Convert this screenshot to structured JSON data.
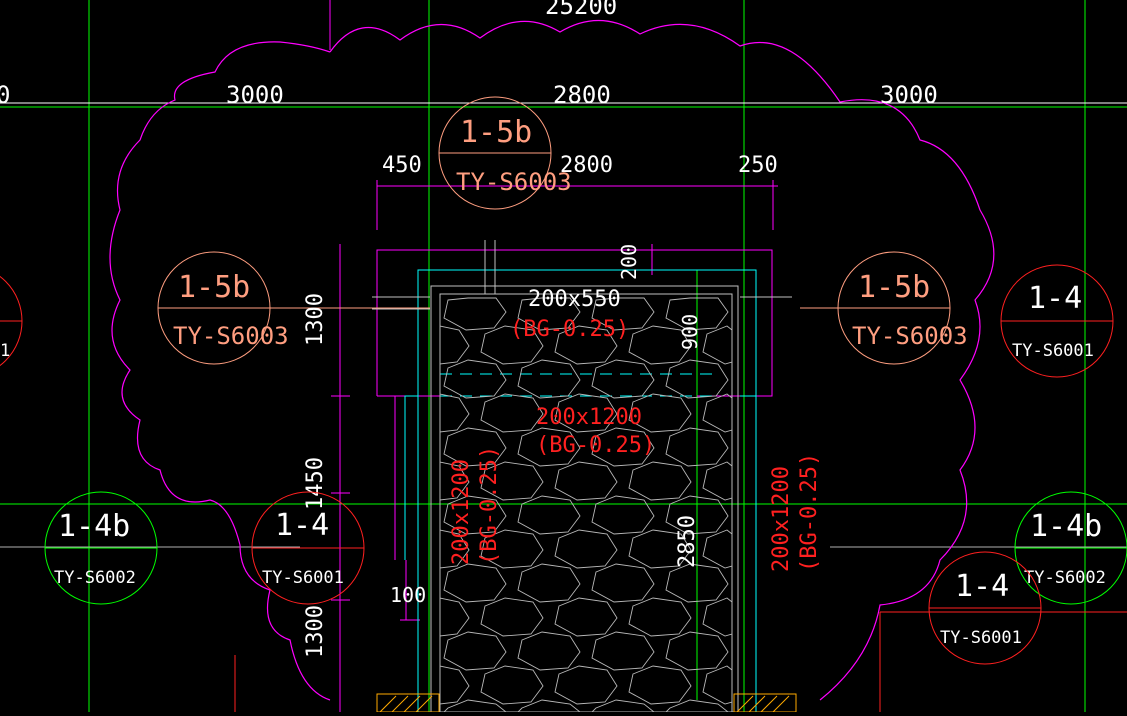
{
  "drawing": {
    "dims_top": {
      "overall": "25200",
      "left_partial": "0",
      "bay_left": "3000",
      "bay_mid": "2800",
      "bay_right": "3000"
    },
    "dims_inner": {
      "left": "450",
      "mid": "2800",
      "right": "250"
    },
    "dims_vertical": {
      "top_offset": "200",
      "slab_opening": "900",
      "left_upper": "1300",
      "left_mid": "1450",
      "left_lower": "1300",
      "shaft": "2850",
      "small": "100"
    },
    "beams": {
      "top": {
        "size": "200x550",
        "elev": "(BG-0.25)"
      },
      "mid": {
        "size": "200x1200",
        "elev": "(BG-0.25)"
      },
      "left": {
        "size": "200x1200",
        "elev": "(BG-0.25)"
      },
      "right": {
        "size": "200x1200",
        "elev": "(BG-0.25)"
      }
    },
    "callouts": [
      {
        "id": "c1",
        "ref": "1-5b",
        "sheet": "TY-S6003"
      },
      {
        "id": "c2",
        "ref": "1-5b",
        "sheet": "TY-S6003"
      },
      {
        "id": "c3",
        "ref": "1-5b",
        "sheet": "TY-S6003"
      },
      {
        "id": "c4",
        "ref": "1-4",
        "sheet": "TY-S6001"
      },
      {
        "id": "c5",
        "ref": "1-4b",
        "sheet": "TY-S6002"
      },
      {
        "id": "c6",
        "ref": "1-4",
        "sheet": "TY-S6001"
      },
      {
        "id": "c7",
        "ref": "1-4b",
        "sheet": "TY-S6002"
      },
      {
        "id": "c8",
        "ref": "1-4",
        "sheet": "TY-S6001"
      },
      {
        "id": "c9",
        "ref": "",
        "sheet": "1"
      }
    ],
    "colors": {
      "background": "#000000",
      "grid": "#00ff00",
      "cloud": "#ff00ff",
      "dimension": "#ffffff",
      "beam_label": "#ff2020",
      "callout_salmon": "#ff9e80",
      "callout_red": "#ff2020",
      "callout_green": "#00ff00",
      "wall": "#00ffff",
      "hatch": "#ffaa00"
    }
  }
}
